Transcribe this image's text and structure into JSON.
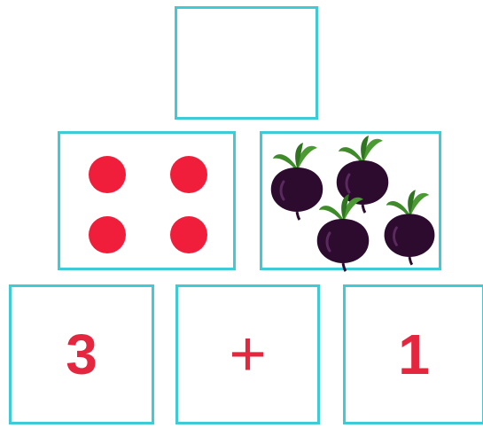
{
  "top_box": {
    "value": ""
  },
  "dots": {
    "count": 4,
    "color": "#f01e3a"
  },
  "beets": {
    "count": 4,
    "body_color": "#2c0b2e",
    "leaf_color": "#3f8a2a"
  },
  "bottom": {
    "left_value": "3",
    "operator": "+",
    "right_value": "1"
  },
  "colors": {
    "frame": "#3ecbd6",
    "number": "#e4273f",
    "dot": "#f01e3a"
  }
}
